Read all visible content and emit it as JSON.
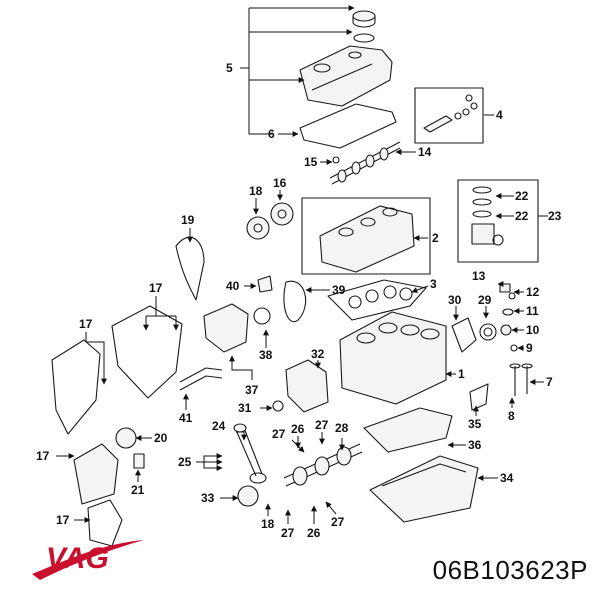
{
  "brand": {
    "logo_text": "VAG",
    "color": "#c8102e"
  },
  "part_number": "06B103623P",
  "callouts": [
    "1",
    "2",
    "3",
    "4",
    "5",
    "6",
    "7",
    "8",
    "9",
    "10",
    "11",
    "12",
    "13",
    "14",
    "15",
    "16",
    "17",
    "18",
    "19",
    "20",
    "21",
    "22",
    "23",
    "24",
    "25",
    "26",
    "27",
    "28",
    "29",
    "30",
    "31",
    "32",
    "33",
    "34",
    "35",
    "36",
    "37",
    "38",
    "39",
    "40",
    "41"
  ]
}
